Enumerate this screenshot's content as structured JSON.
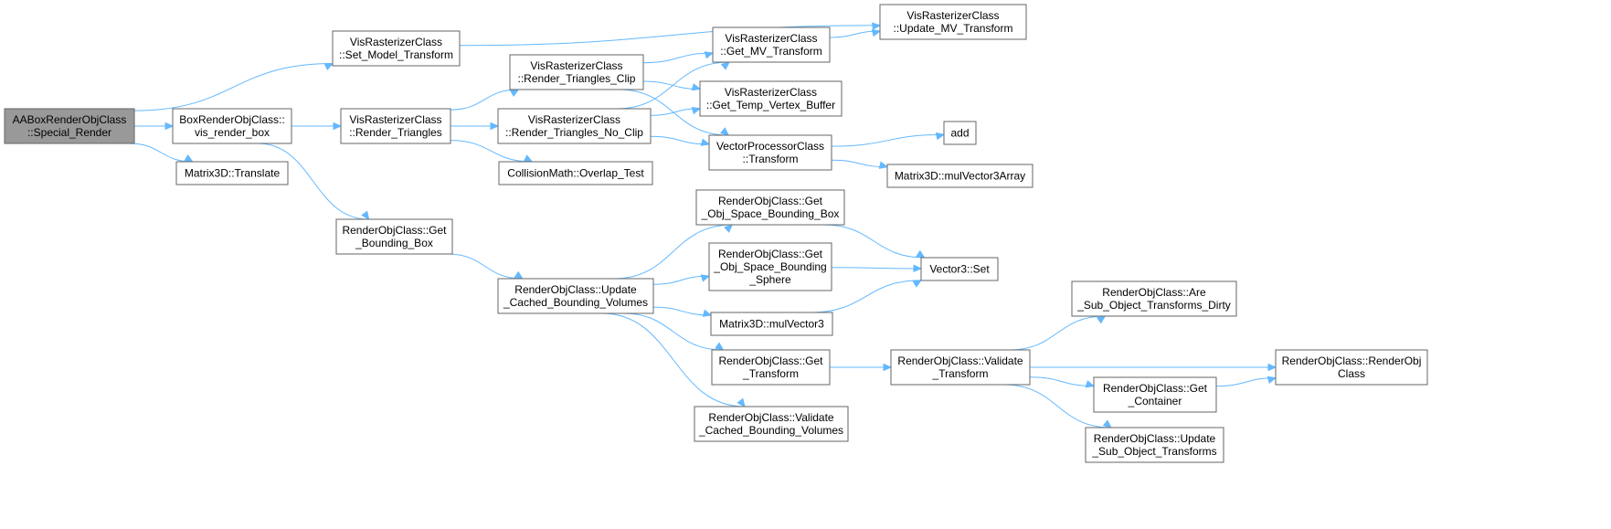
{
  "nodes": {
    "aabox": {
      "lines": [
        "AABoxRenderObjClass",
        "::Special_Render"
      ],
      "root": true
    },
    "boxrender": {
      "lines": [
        "BoxRenderObjClass::",
        "vis_render_box"
      ]
    },
    "translate": {
      "lines": [
        "Matrix3D::Translate"
      ]
    },
    "setmodel": {
      "lines": [
        "VisRasterizerClass",
        "::Set_Model_Transform"
      ]
    },
    "updatemv": {
      "lines": [
        "VisRasterizerClass",
        "::Update_MV_Transform"
      ]
    },
    "rendertri": {
      "lines": [
        "VisRasterizerClass",
        "::Render_Triangles"
      ]
    },
    "getbbox": {
      "lines": [
        "RenderObjClass::Get",
        "_Bounding_Box"
      ]
    },
    "triclip": {
      "lines": [
        "VisRasterizerClass",
        "::Render_Triangles_Clip"
      ]
    },
    "trinoclip": {
      "lines": [
        "VisRasterizerClass",
        "::Render_Triangles_No_Clip"
      ]
    },
    "overlap": {
      "lines": [
        "CollisionMath::Overlap_Test"
      ]
    },
    "getmv": {
      "lines": [
        "VisRasterizerClass",
        "::Get_MV_Transform"
      ]
    },
    "tempvb": {
      "lines": [
        "VisRasterizerClass",
        "::Get_Temp_Vertex_Buffer"
      ]
    },
    "vptransform": {
      "lines": [
        "VectorProcessorClass",
        "::Transform"
      ]
    },
    "add": {
      "lines": [
        "add"
      ]
    },
    "mulv3arr": {
      "lines": [
        "Matrix3D::mulVector3Array"
      ]
    },
    "updcached": {
      "lines": [
        "RenderObjClass::Update",
        "_Cached_Bounding_Volumes"
      ]
    },
    "objbox": {
      "lines": [
        "RenderObjClass::Get",
        "_Obj_Space_Bounding_Box"
      ]
    },
    "objsphere": {
      "lines": [
        "RenderObjClass::Get",
        "_Obj_Space_Bounding",
        "_Sphere"
      ]
    },
    "mulv3": {
      "lines": [
        "Matrix3D::mulVector3"
      ]
    },
    "v3set": {
      "lines": [
        "Vector3::Set"
      ]
    },
    "gettransform": {
      "lines": [
        "RenderObjClass::Get",
        "_Transform"
      ]
    },
    "valcached": {
      "lines": [
        "RenderObjClass::Validate",
        "_Cached_Bounding_Volumes"
      ]
    },
    "valtransform": {
      "lines": [
        "RenderObjClass::Validate",
        "_Transform"
      ]
    },
    "subdirty": {
      "lines": [
        "RenderObjClass::Are",
        "_Sub_Object_Transforms_Dirty"
      ]
    },
    "container": {
      "lines": [
        "RenderObjClass::Get",
        "_Container"
      ]
    },
    "updsub": {
      "lines": [
        "RenderObjClass::Update",
        "_Sub_Object_Transforms"
      ]
    },
    "renderobj": {
      "lines": [
        "RenderObjClass::RenderObj",
        "Class"
      ]
    }
  },
  "edges": [
    [
      "aabox",
      "setmodel"
    ],
    [
      "aabox",
      "boxrender"
    ],
    [
      "aabox",
      "translate"
    ],
    [
      "setmodel",
      "updatemv"
    ],
    [
      "boxrender",
      "rendertri"
    ],
    [
      "boxrender",
      "getbbox"
    ],
    [
      "rendertri",
      "triclip"
    ],
    [
      "rendertri",
      "trinoclip"
    ],
    [
      "rendertri",
      "overlap"
    ],
    [
      "triclip",
      "getmv"
    ],
    [
      "triclip",
      "tempvb"
    ],
    [
      "triclip",
      "vptransform"
    ],
    [
      "trinoclip",
      "getmv"
    ],
    [
      "trinoclip",
      "tempvb"
    ],
    [
      "trinoclip",
      "vptransform"
    ],
    [
      "getmv",
      "updatemv"
    ],
    [
      "vptransform",
      "add"
    ],
    [
      "vptransform",
      "mulv3arr"
    ],
    [
      "getbbox",
      "updcached"
    ],
    [
      "updcached",
      "objbox"
    ],
    [
      "updcached",
      "objsphere"
    ],
    [
      "updcached",
      "mulv3"
    ],
    [
      "updcached",
      "gettransform"
    ],
    [
      "updcached",
      "valcached"
    ],
    [
      "objbox",
      "v3set"
    ],
    [
      "objsphere",
      "v3set"
    ],
    [
      "mulv3",
      "v3set"
    ],
    [
      "gettransform",
      "valtransform"
    ],
    [
      "valtransform",
      "subdirty"
    ],
    [
      "valtransform",
      "container"
    ],
    [
      "valtransform",
      "updsub"
    ],
    [
      "valtransform",
      "renderobj"
    ],
    [
      "container",
      "renderobj"
    ]
  ],
  "colors": {
    "edge": "#63b8ff",
    "root_fill": "#999999",
    "node_stroke": "#666666"
  }
}
